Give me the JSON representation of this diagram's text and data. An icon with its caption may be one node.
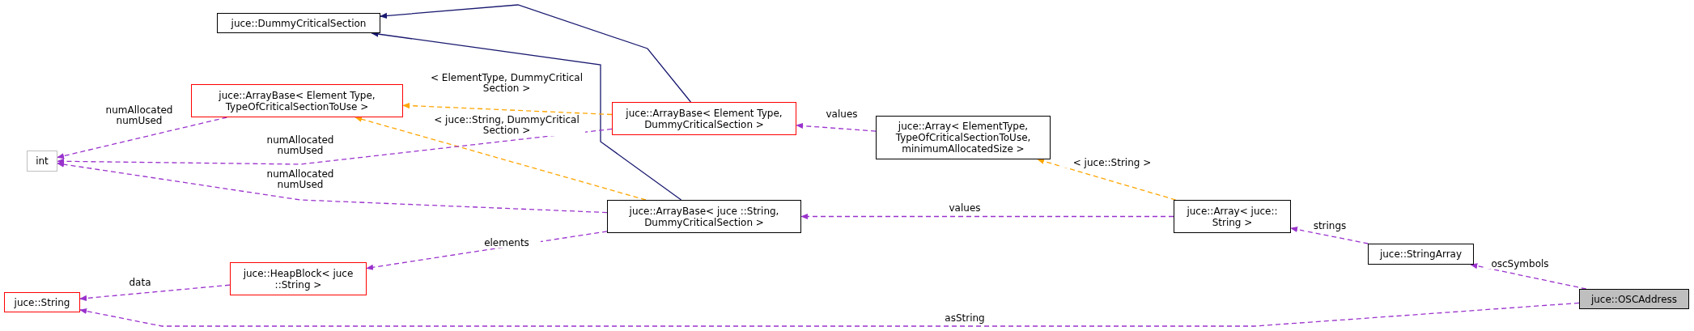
{
  "diagram": {
    "nodes": [
      {
        "text": [
          "juce::DummyCriticalSection"
        ]
      },
      {
        "text": [
          "int"
        ]
      },
      {
        "text": [
          "juce::ArrayBase< Element Type, TypeOfCriticalSectionToUse >"
        ]
      },
      {
        "text": [
          "juce::ArrayBase< Element Type, DummyCriticalSection >"
        ]
      },
      {
        "text": [
          "juce::Array< ElementType, TypeOfCriticalSectionToUse, minimumAllocatedSize >"
        ]
      },
      {
        "text": [
          "juce::ArrayBase< juce ::String, DummyCriticalSection >"
        ]
      },
      {
        "text": [
          "juce::HeapBlock< juce ::String >"
        ]
      },
      {
        "text": [
          "juce::String"
        ]
      },
      {
        "text": [
          "juce::Array< juce:: String >"
        ]
      },
      {
        "text": [
          "juce::StringArray"
        ]
      },
      {
        "text": [
          "juce::OSCAddress"
        ]
      }
    ],
    "edges": [
      {
        "from": 3,
        "to": 0,
        "arrow": "to",
        "color": "#191970"
      },
      {
        "from": 5,
        "to": 0,
        "arrow": "to",
        "color": "#191970"
      },
      {
        "from": 3,
        "to": 2,
        "arrow": "to",
        "label": "< ElementType, DummyCritical Section >",
        "style": "dashed",
        "color": "#ffa500"
      },
      {
        "from": 5,
        "to": 2,
        "arrow": "to",
        "label": "< juce::String, DummyCritical Section >",
        "style": "dashed",
        "color": "#ffa500"
      },
      {
        "from": 2,
        "to": 1,
        "arrow": "to",
        "label": "numAllocated numUsed",
        "style": "dashed"
      },
      {
        "from": 3,
        "to": 1,
        "arrow": "to",
        "label": "numAllocated numUsed",
        "style": "dashed"
      },
      {
        "from": 5,
        "to": 1,
        "arrow": "to",
        "label": "numAllocated numUsed",
        "style": "dashed"
      },
      {
        "from": 4,
        "to": 3,
        "arrow": "to",
        "label": "values",
        "style": "dashed"
      },
      {
        "from": 8,
        "to": 4,
        "arrow": "to",
        "label": "< juce::String >",
        "style": "dashed",
        "color": "#ffa500"
      },
      {
        "from": 8,
        "to": 5,
        "arrow": "to",
        "label": "values",
        "style": "dashed"
      },
      {
        "from": 5,
        "to": 6,
        "arrow": "to",
        "label": "elements",
        "style": "dashed"
      },
      {
        "from": 6,
        "to": 7,
        "arrow": "to",
        "label": "data",
        "style": "dashed"
      },
      {
        "from": 10,
        "to": 7,
        "arrow": "to",
        "label": "asString",
        "style": "dashed"
      },
      {
        "from": 9,
        "to": 8,
        "arrow": "to",
        "label": "strings",
        "style": "dashed"
      },
      {
        "from": 10,
        "to": 9,
        "arrow": "to",
        "label": "oscSymbols",
        "style": "dashed"
      }
    ]
  }
}
